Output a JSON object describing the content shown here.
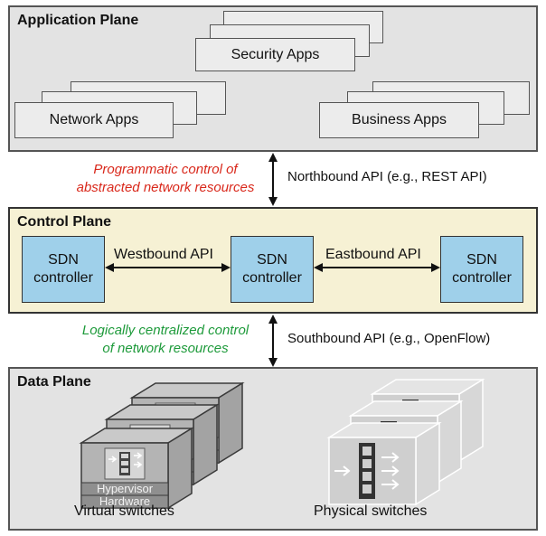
{
  "application_plane": {
    "title": "Application Plane",
    "security_apps": "Security Apps",
    "network_apps": "Network Apps",
    "business_apps": "Business Apps"
  },
  "northbound": {
    "label": "Northbound API (e.g., REST API)",
    "note_line1": "Programmatic control of",
    "note_line2": "abstracted network resources",
    "note_color": "#d9281b"
  },
  "control_plane": {
    "title": "Control Plane",
    "controller_line1": "SDN",
    "controller_line2": "controller",
    "westbound_label": "Westbound API",
    "eastbound_label": "Eastbound API",
    "controller_color": "#9fd0ea",
    "background_color": "#f6f1d4"
  },
  "southbound": {
    "label": "Southbound API (e.g., OpenFlow)",
    "note_line1": "Logically centralized control",
    "note_line2": "of network resources",
    "note_color": "#1d9a3a"
  },
  "data_plane": {
    "title": "Data Plane",
    "hypervisor_label": "Hypervisor",
    "hardware_label": "Hardware",
    "virtual_switches_label": "Virtual switches",
    "physical_switches_label": "Physical switches"
  }
}
